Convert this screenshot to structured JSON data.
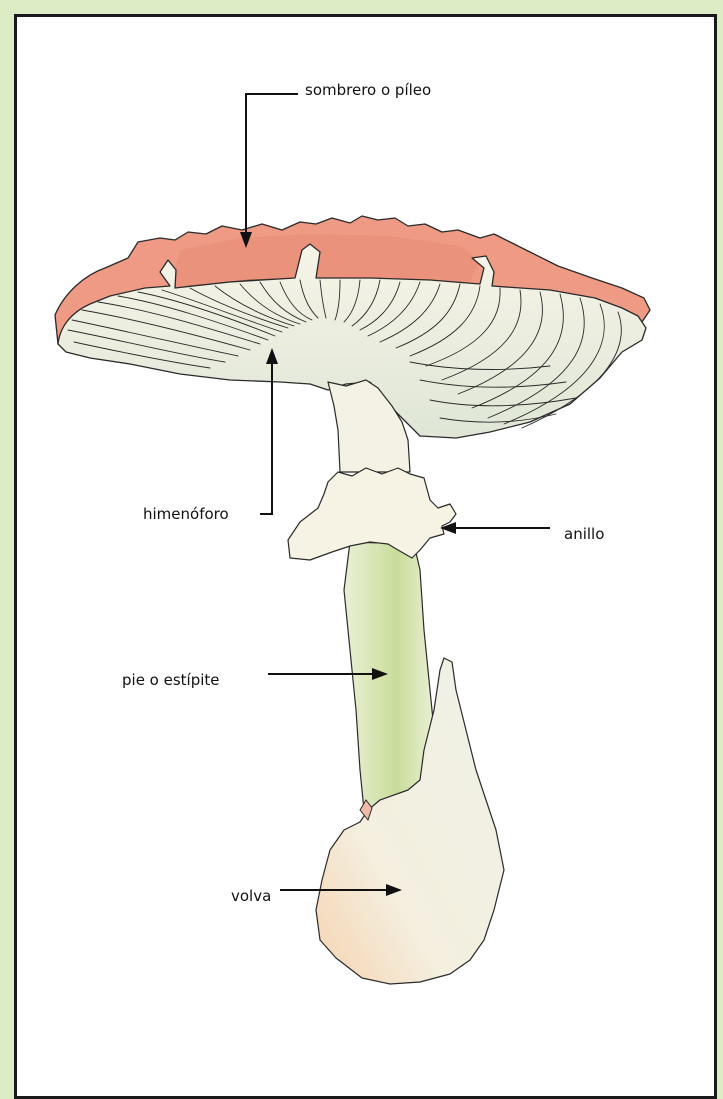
{
  "labels": {
    "cap": "sombrero o píleo",
    "gills": "himenóforo",
    "ring": "anillo",
    "stem": "pie o estípite",
    "volva": "volva"
  },
  "colors": {
    "cap": "#ee9a84",
    "cap_dark": "#e28570",
    "flesh": "#f5f3e6",
    "stem_green": "#cfe0a6",
    "outline": "#2a2a2a",
    "frame": "#dcecc4"
  }
}
